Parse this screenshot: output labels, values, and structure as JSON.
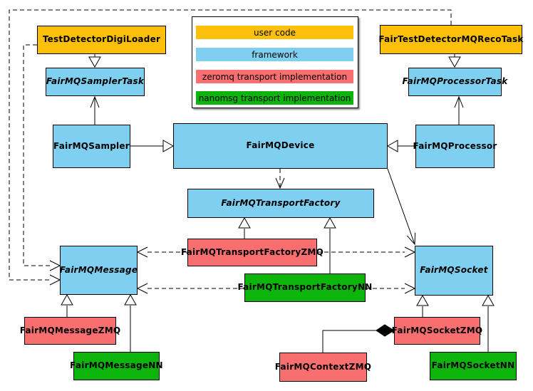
{
  "legend": {
    "items": [
      {
        "label": "user code",
        "color": "#FCC00A"
      },
      {
        "label": "framework",
        "color": "#7FD0F0"
      },
      {
        "label": "zeromq transport implementation",
        "color": "#F96F6F"
      },
      {
        "label": "nanomsg transport implementation",
        "color": "#0CB40C"
      }
    ]
  },
  "nodes": {
    "testDetectorDigiLoader": {
      "label": "TestDetectorDigiLoader",
      "color": "#FCC00A",
      "category": "user code"
    },
    "fairTestDetectorMQRecoTask": {
      "label": "FairTestDetectorMQRecoTask",
      "color": "#FCC00A",
      "category": "user code"
    },
    "fairMQSamplerTask": {
      "label": "FairMQSamplerTask",
      "color": "#7FD0F0",
      "category": "framework"
    },
    "fairMQProcessorTask": {
      "label": "FairMQProcessorTask",
      "color": "#7FD0F0",
      "category": "framework"
    },
    "fairMQSampler": {
      "label": "FairMQSampler",
      "color": "#7FD0F0",
      "category": "framework"
    },
    "fairMQDevice": {
      "label": "FairMQDevice",
      "color": "#7FD0F0",
      "category": "framework"
    },
    "fairMQProcessor": {
      "label": "FairMQProcessor",
      "color": "#7FD0F0",
      "category": "framework"
    },
    "fairMQTransportFactory": {
      "label": "FairMQTransportFactory",
      "color": "#7FD0F0",
      "category": "framework"
    },
    "fairMQTransportFactoryZMQ": {
      "label": "FairMQTransportFactoryZMQ",
      "color": "#F96F6F",
      "category": "zeromq transport implementation"
    },
    "fairMQTransportFactoryNN": {
      "label": "FairMQTransportFactoryNN",
      "color": "#0CB40C",
      "category": "nanomsg transport implementation"
    },
    "fairMQMessage": {
      "label": "FairMQMessage",
      "color": "#7FD0F0",
      "category": "framework"
    },
    "fairMQSocket": {
      "label": "FairMQSocket",
      "color": "#7FD0F0",
      "category": "framework"
    },
    "fairMQMessageZMQ": {
      "label": "FairMQMessageZMQ",
      "color": "#F96F6F",
      "category": "zeromq transport implementation"
    },
    "fairMQMessageNN": {
      "label": "FairMQMessageNN",
      "color": "#0CB40C",
      "category": "nanomsg transport implementation"
    },
    "fairMQContextZMQ": {
      "label": "FairMQContextZMQ",
      "color": "#F96F6F",
      "category": "zeromq transport implementation"
    },
    "fairMQSocketZMQ": {
      "label": "FairMQSocketZMQ",
      "color": "#F96F6F",
      "category": "zeromq transport implementation"
    },
    "fairMQSocketNN": {
      "label": "FairMQSocketNN",
      "color": "#0CB40C",
      "category": "nanomsg transport implementation"
    }
  },
  "relationships": [
    {
      "from": "TestDetectorDigiLoader",
      "to": "FairMQSamplerTask",
      "type": "inheritance"
    },
    {
      "from": "FairTestDetectorMQRecoTask",
      "to": "FairMQProcessorTask",
      "type": "inheritance"
    },
    {
      "from": "FairMQSampler",
      "to": "FairMQDevice",
      "type": "inheritance"
    },
    {
      "from": "FairMQProcessor",
      "to": "FairMQDevice",
      "type": "inheritance"
    },
    {
      "from": "FairMQSampler",
      "to": "FairMQSamplerTask",
      "type": "association"
    },
    {
      "from": "FairMQProcessor",
      "to": "FairMQProcessorTask",
      "type": "association"
    },
    {
      "from": "FairMQDevice",
      "to": "FairMQTransportFactory",
      "type": "dependency"
    },
    {
      "from": "FairMQDevice",
      "to": "FairMQSocket",
      "type": "association"
    },
    {
      "from": "FairMQTransportFactoryZMQ",
      "to": "FairMQTransportFactory",
      "type": "inheritance"
    },
    {
      "from": "FairMQTransportFactoryNN",
      "to": "FairMQTransportFactory",
      "type": "inheritance"
    },
    {
      "from": "FairMQTransportFactoryZMQ",
      "to": "FairMQMessage",
      "type": "dependency"
    },
    {
      "from": "FairMQTransportFactoryZMQ",
      "to": "FairMQSocket",
      "type": "dependency"
    },
    {
      "from": "FairMQTransportFactoryNN",
      "to": "FairMQMessage",
      "type": "dependency"
    },
    {
      "from": "FairMQTransportFactoryNN",
      "to": "FairMQSocket",
      "type": "dependency"
    },
    {
      "from": "TestDetectorDigiLoader",
      "to": "FairMQMessage",
      "type": "dependency"
    },
    {
      "from": "FairTestDetectorMQRecoTask",
      "to": "FairMQMessage",
      "type": "dependency"
    },
    {
      "from": "FairMQMessageZMQ",
      "to": "FairMQMessage",
      "type": "inheritance"
    },
    {
      "from": "FairMQMessageNN",
      "to": "FairMQMessage",
      "type": "inheritance"
    },
    {
      "from": "FairMQSocketZMQ",
      "to": "FairMQSocket",
      "type": "inheritance"
    },
    {
      "from": "FairMQSocketNN",
      "to": "FairMQSocket",
      "type": "inheritance"
    },
    {
      "from": "FairMQContextZMQ",
      "to": "FairMQSocketZMQ",
      "type": "composition"
    }
  ]
}
